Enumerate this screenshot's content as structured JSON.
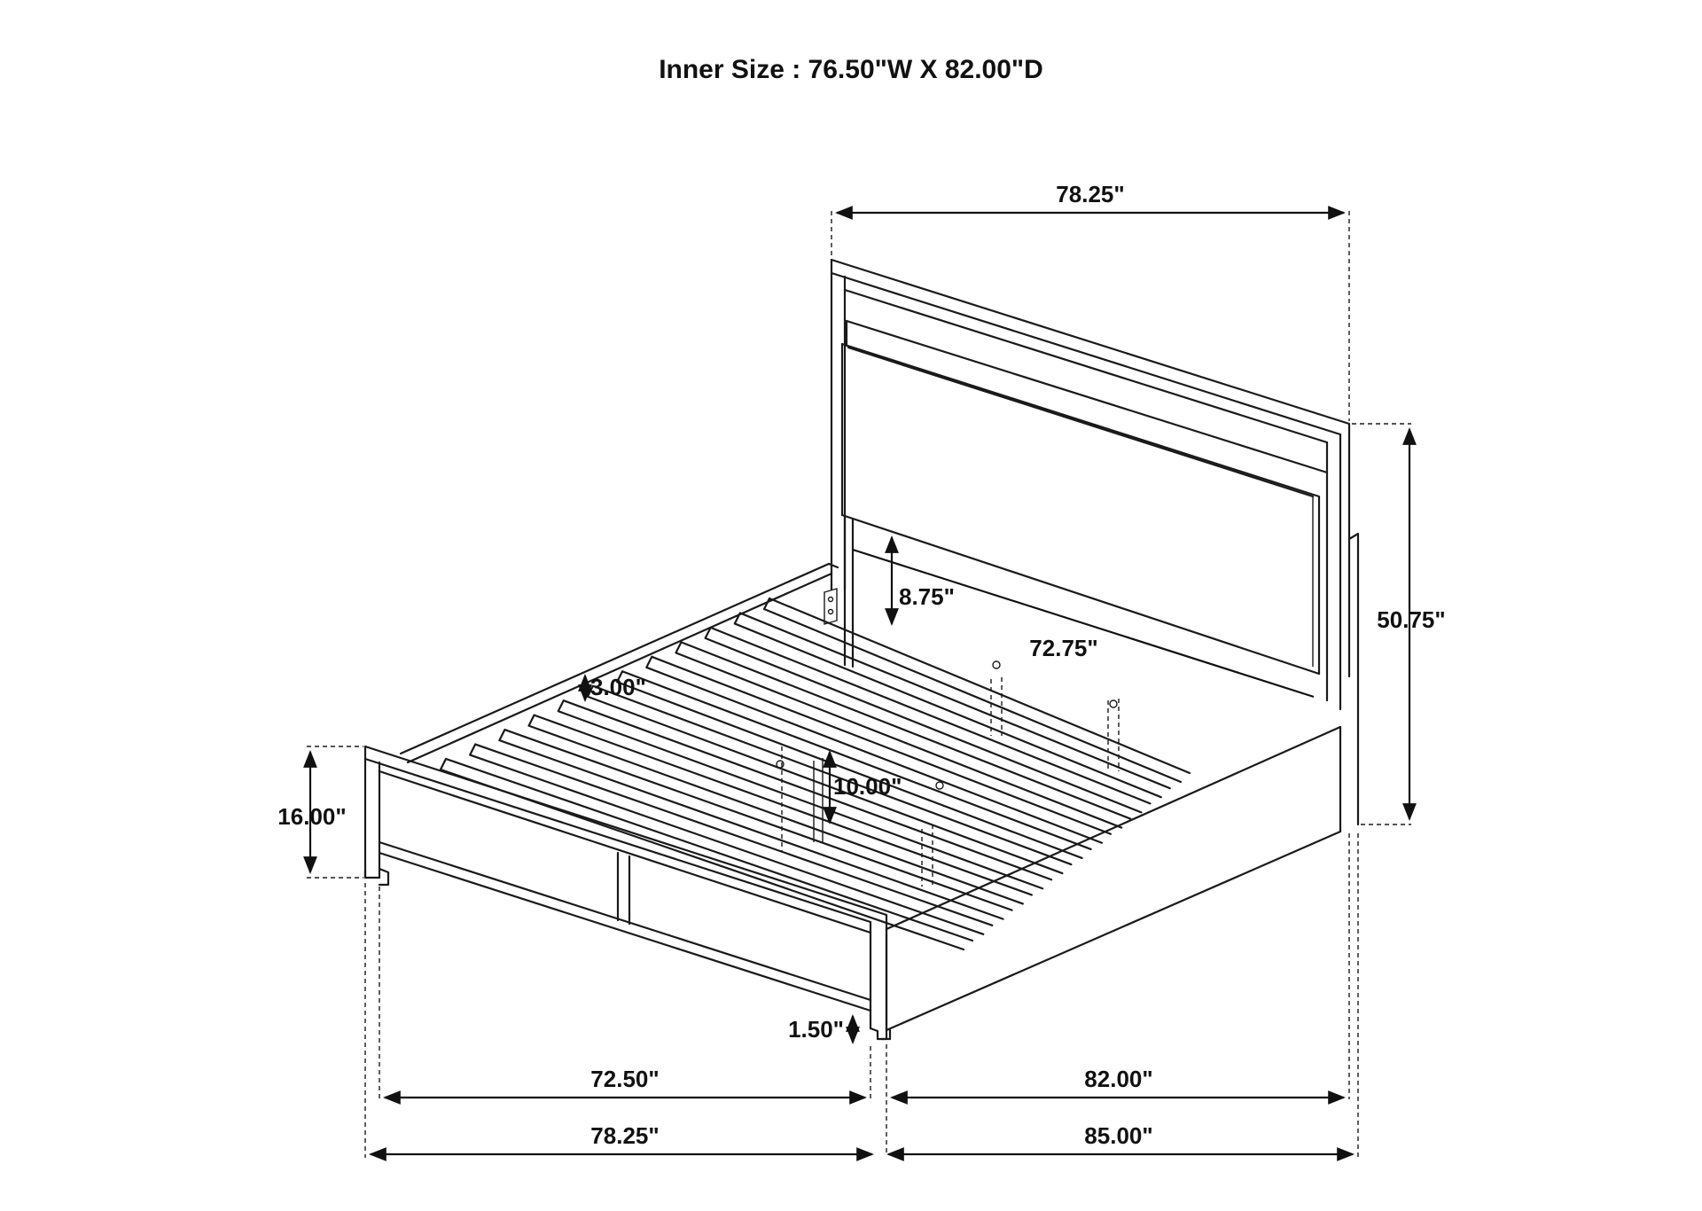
{
  "title": "Inner Size : 76.50\"W X 82.00\"D",
  "dimensions": {
    "headboard_width": "78.25\"",
    "headboard_height": "50.75\"",
    "underbed_clearance": "8.75\"",
    "panel_width": "72.75\"",
    "rail_height": "3.00\"",
    "slat_height": "10.00\"",
    "footboard_height": "16.00\"",
    "leg_height": "1.50\"",
    "footboard_inner_width": "72.50\"",
    "rail_inner_length": "82.00\"",
    "overall_width": "78.25\"",
    "overall_length": "85.00\""
  },
  "colors": {
    "line": "#1a1a1a",
    "text": "#111111",
    "background": "#ffffff"
  }
}
